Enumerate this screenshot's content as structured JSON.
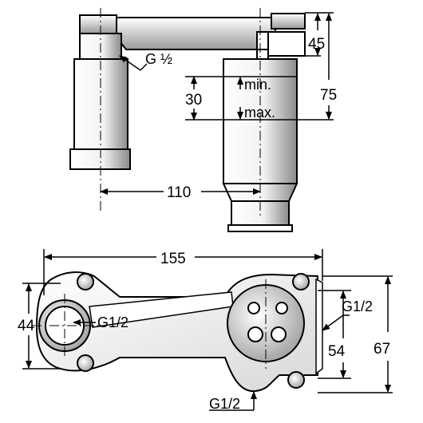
{
  "dimensions": {
    "top_45": "45",
    "top_75": "75",
    "top_30": "30",
    "top_110": "110",
    "bottom_155": "155",
    "bottom_44": "44",
    "bottom_54": "54",
    "bottom_67": "67"
  },
  "labels": {
    "thread_top": "G ½",
    "min": "min.",
    "max": "max.",
    "thread_left": "G1/2",
    "thread_right": "G1/2",
    "thread_bottom": "G1/2"
  }
}
